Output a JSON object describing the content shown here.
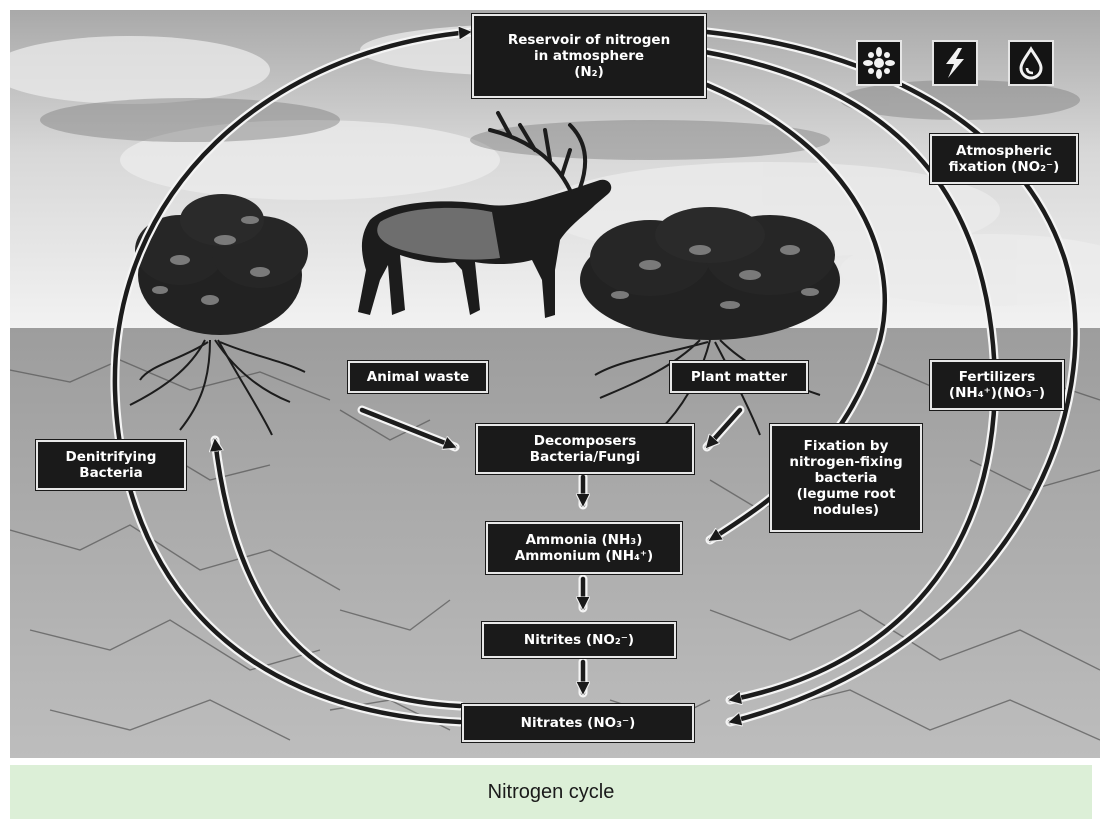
{
  "figure": {
    "labels": {
      "reservoir": [
        "Reservoir of nitrogen",
        "in atmosphere",
        "(N₂)"
      ],
      "atmospheric": [
        "Atmospheric",
        "fixation (NO₂⁻)"
      ],
      "fertilizers": [
        "Fertilizers",
        "(NH₄⁺)(NO₃⁻)"
      ],
      "denitrifying": [
        "Denitrifying",
        "Bacteria"
      ],
      "animal_waste": "Animal waste",
      "plant_matter": "Plant matter",
      "decomposers": [
        "Decomposers",
        "Bacteria/Fungi"
      ],
      "fixation": [
        "Fixation by",
        "nitrogen-fixing",
        "bacteria",
        "(legume root",
        "nodules)"
      ],
      "ammonia": [
        "Ammonia (NH₃)",
        "Ammonium (NH₄⁺)"
      ],
      "nitrites": "Nitrites (NO₂⁻)",
      "nitrates": "Nitrates (NO₃⁻)"
    },
    "icons": [
      "sun-icon",
      "lightning-icon",
      "water-drop-icon"
    ]
  },
  "caption": "Nitrogen cycle"
}
